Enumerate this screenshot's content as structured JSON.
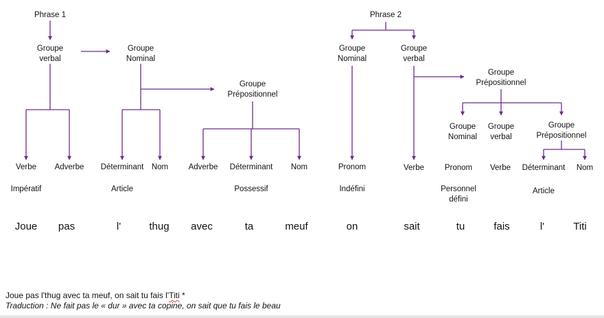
{
  "diagram": {
    "line_color": "#6a2b8e",
    "text_color": "#111111",
    "phrase1": {
      "title": "Phrase 1",
      "gv": [
        "Groupe",
        "verbal"
      ],
      "gn": [
        "Groupe",
        "Nominal"
      ],
      "gp": [
        "Groupe",
        "Prépositionnel"
      ]
    },
    "phrase2": {
      "title": "Phrase 2",
      "gn": [
        "Groupe",
        "Nominal"
      ],
      "gv": [
        "Groupe",
        "verbal"
      ],
      "gp": [
        "Groupe",
        "Prépositionnel"
      ],
      "gn2": [
        "Groupe",
        "Nominal"
      ],
      "gv2": [
        "Groupe",
        "verbal"
      ],
      "gp2": [
        "Groupe",
        "Prépositionnel"
      ]
    },
    "categories": [
      "Verbe",
      "Adverbe",
      "Déterminant",
      "Nom",
      "Adverbe",
      "Déterminant",
      "Nom",
      "Pronom",
      "Verbe",
      "Pronom",
      "Verbe",
      "Déterminant",
      "Nom"
    ],
    "details": {
      "imperatif": "Impératif",
      "article1": "Article",
      "possessif": "Possessif",
      "indefini": "Indéfini",
      "personnel": [
        "Personnel",
        "défini"
      ],
      "article2": "Article"
    },
    "words": [
      "Joue",
      "pas",
      "l'",
      "thug",
      "avec",
      "ta",
      "meuf",
      "on",
      "sait",
      "tu",
      "fais",
      "l'",
      "Titi"
    ]
  },
  "caption": {
    "sentence_main": "Joue pas l'thug avec ta meuf, on sait tu fais l'",
    "sentence_flagged": "Titi",
    "sentence_end": " *",
    "translation": "Traduction : Ne fait pas le « dur » avec ta copine, on sait que tu fais le beau"
  }
}
